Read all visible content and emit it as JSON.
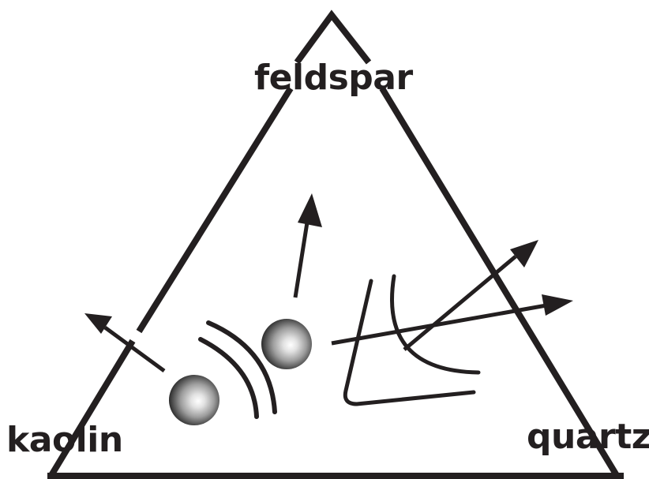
{
  "labels": {
    "top": "feldspar",
    "left": "kaolin",
    "right": "quartz"
  },
  "colors": {
    "stroke": "#231f20",
    "sphere_highlight": "#ffffff",
    "sphere_mid": "#9d9d9d",
    "sphere_dark": "#2b2b2b"
  }
}
